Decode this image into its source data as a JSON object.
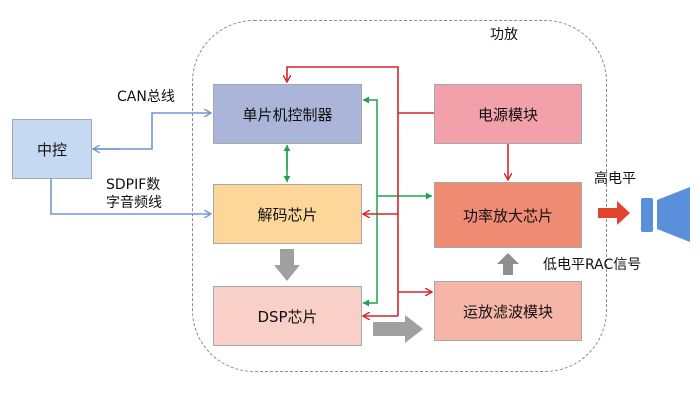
{
  "container": {
    "label": "功放"
  },
  "blocks": {
    "central": {
      "label": "中控",
      "color": "#c6d9f3"
    },
    "mcu": {
      "label": "单片机控制器",
      "color": "#abb5d9"
    },
    "decoder": {
      "label": "解码芯片",
      "color": "#fdd79a"
    },
    "dsp": {
      "label": "DSP芯片",
      "color": "#f8d0c8"
    },
    "power": {
      "label": "电源模块",
      "color": "#f2a0aa"
    },
    "amp": {
      "label": "功率放大芯片",
      "color": "#ee8b72"
    },
    "filter": {
      "label": "运放滤波模块",
      "color": "#f5b6a7"
    }
  },
  "labels": {
    "can_bus": "CAN总线",
    "spdif_line1": "SDPIF数",
    "spdif_line2": "字音频线",
    "high_level": "高电平",
    "low_level": "低电平RAC信号"
  },
  "colors": {
    "bus_line": "#6f97d6",
    "control_line": "#1ea34e",
    "power_line": "#d9222a",
    "data_arrow": "#a0a0a0",
    "output_arrow": "#e3452c",
    "speaker": "#5a8fdc"
  }
}
